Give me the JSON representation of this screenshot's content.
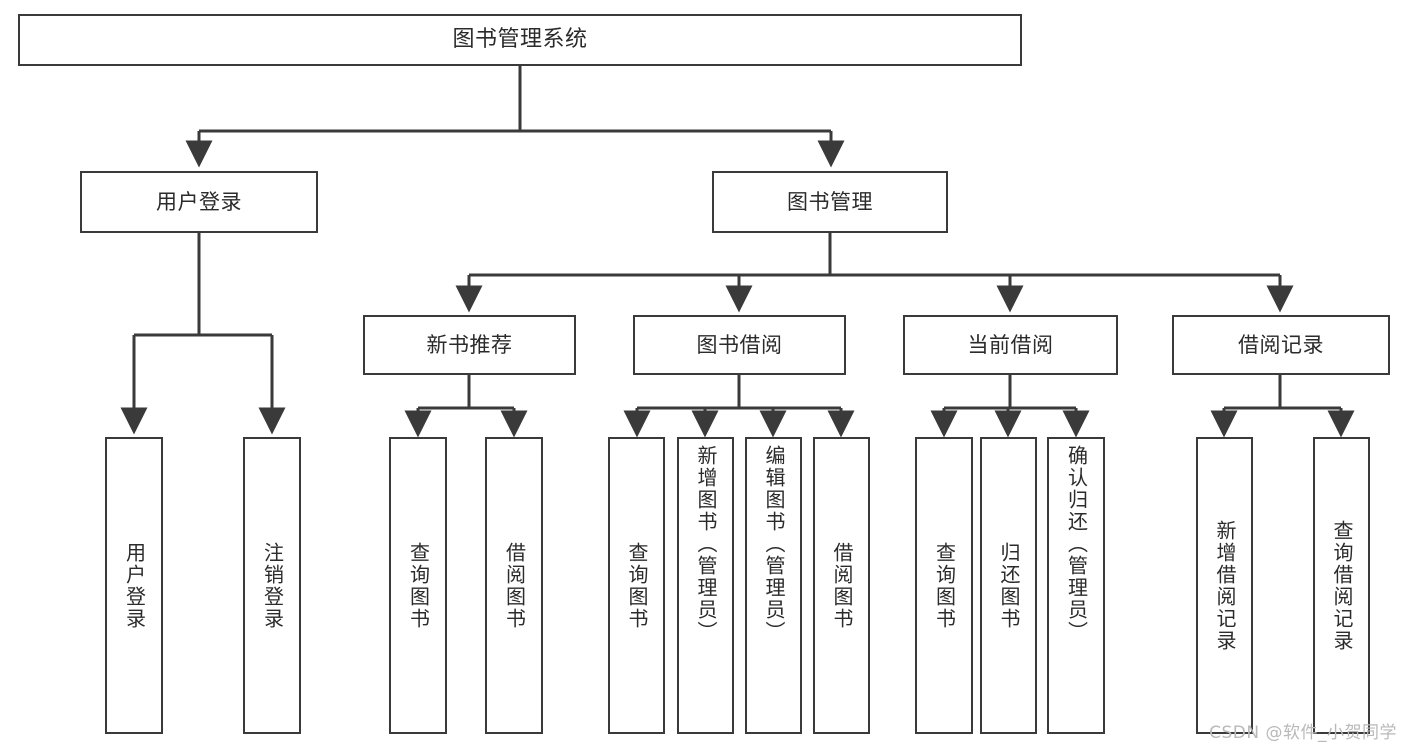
{
  "diagram": {
    "title": "图书管理系统",
    "type": "functional-structure-tree",
    "nodes": {
      "root": {
        "label": "图书管理系统"
      },
      "user_login": {
        "label": "用户登录"
      },
      "book_manage": {
        "label": "图书管理"
      },
      "new_book_rec": {
        "label": "新书推荐"
      },
      "book_borrow": {
        "label": "图书借阅"
      },
      "current_borrow": {
        "label": "当前借阅"
      },
      "borrow_record": {
        "label": "借阅记录"
      },
      "leaf_user_login": {
        "label": "用户登录"
      },
      "leaf_user_logout": {
        "label": "注销登录"
      },
      "leaf_nbr_query": {
        "label": "查询图书"
      },
      "leaf_nbr_borrow": {
        "label": "借阅图书"
      },
      "leaf_bb_query": {
        "label": "查询图书"
      },
      "leaf_bb_add": {
        "label": "新增图书（管理员）"
      },
      "leaf_bb_edit": {
        "label": "编辑图书（管理员）"
      },
      "leaf_bb_borrow": {
        "label": "借阅图书"
      },
      "leaf_cb_query": {
        "label": "查询图书"
      },
      "leaf_cb_return": {
        "label": "归还图书"
      },
      "leaf_cb_confirm": {
        "label": "确认归还（管理员）"
      },
      "leaf_br_add": {
        "label": "新增借阅记录"
      },
      "leaf_br_query": {
        "label": "查询借阅记录"
      }
    }
  },
  "watermark": {
    "text": "CSDN @软件_小贺同学"
  },
  "colors": {
    "border": "#3a3a3a",
    "text": "#2b2b2b",
    "background": "#ffffff",
    "watermark": "#b9b9b9"
  }
}
